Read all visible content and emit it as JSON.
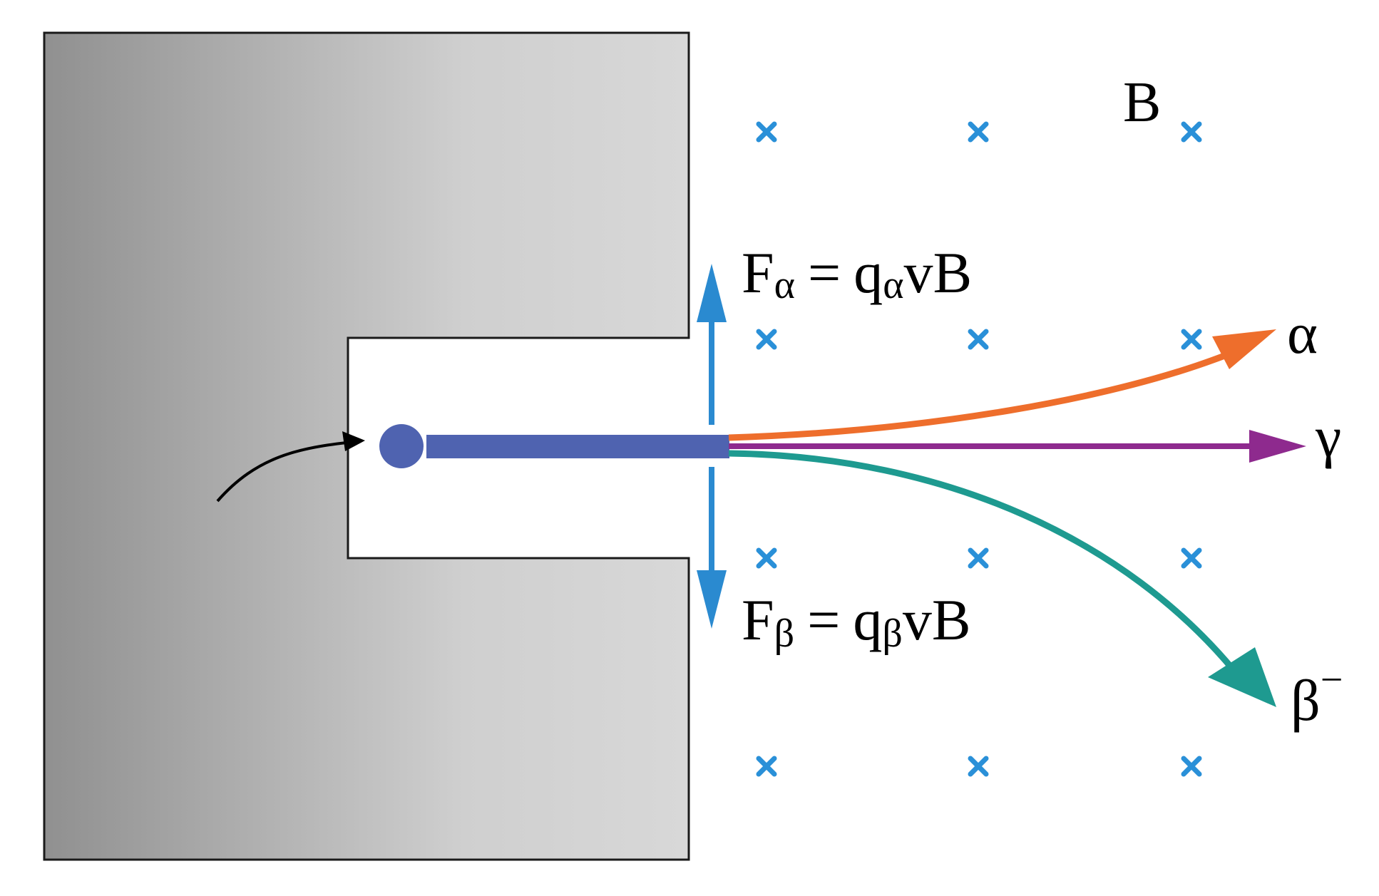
{
  "title": "Deflection of alpha, beta and gamma radiation in a magnetic field",
  "field_label": "B",
  "force_alpha": {
    "F": "F",
    "sub": "α",
    "eq": "=",
    "q": "q",
    "qsub": "α",
    "rest": "vB"
  },
  "force_beta": {
    "F": "F",
    "sub": "β",
    "eq": "=",
    "q": "q",
    "qsub": "β",
    "rest": "vB"
  },
  "rays": [
    {
      "name": "alpha",
      "label": "α",
      "color": "#ee6e2c"
    },
    {
      "name": "gamma",
      "label": "γ",
      "color": "#8e2a8e"
    },
    {
      "name": "beta",
      "label": "β",
      "sup": "−",
      "color": "#1e9a90"
    }
  ],
  "colors": {
    "beam": "#4f63b0",
    "force_arrow": "#2a8ad0",
    "field_marks": "#2a90d8",
    "block_dark": "#8f8f8f",
    "block_light": "#d9d9d9"
  },
  "field_marks_symbol": "×"
}
